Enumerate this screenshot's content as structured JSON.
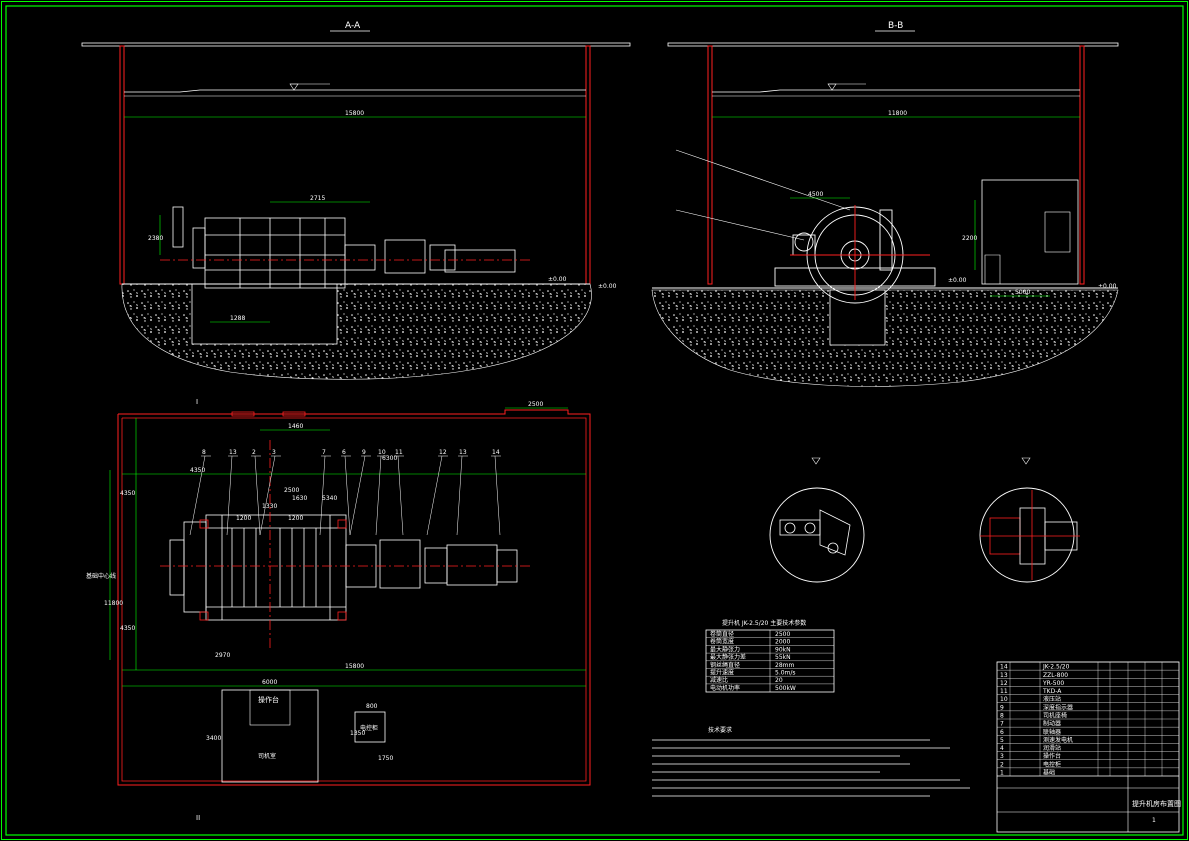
{
  "drawing": {
    "section_aa_label": "A-A",
    "section_bb_label": "B-B",
    "view_i_label": "I",
    "view_ii_label": "II",
    "title_block_name": "提升机房布置图",
    "sheet_number": "1",
    "notes_heading": "技术要求"
  },
  "dimensions": {
    "aa_span": "15800",
    "aa_drum_width": "2715",
    "aa_height": "2380",
    "aa_bottom": "1288",
    "aa_floor": "±0.00",
    "bb_span": "11800",
    "bb_mid": "4500",
    "bb_right": "2200",
    "bb_bottom": "5000",
    "bb_floor": "±0.00",
    "plan_top": "1460",
    "plan_right_top": "2500",
    "plan_w1": "4350",
    "plan_w2": "6300",
    "plan_d1": "2500",
    "plan_d2": "1630",
    "plan_d3": "1330",
    "plan_d4": "1200",
    "plan_d5": "1200",
    "plan_d6": "5340",
    "plan_left_v1": "4350",
    "plan_left_v2": "11800",
    "plan_left_v3": "4350",
    "plan_bottom": "2970",
    "plan_total": "15800",
    "plan_room": "6000",
    "plan_room_h": "3400",
    "plan_box": "800",
    "plan_box_h": "1350",
    "plan_box_v": "1750"
  },
  "plan_labels": {
    "control_room": "操作台",
    "control_room_sub": "司机室",
    "box_label": "电控柜",
    "left_marker": "基础中心线"
  },
  "balloons": [
    "8",
    "13",
    "2",
    "3",
    "7",
    "6",
    "9",
    "10",
    "11",
    "12",
    "13",
    "14"
  ],
  "table": {
    "title": "提升机 JK-2.5/20 主要技术参数",
    "rows": [
      [
        "卷筒直径",
        "2500"
      ],
      [
        "卷筒宽度",
        "2000"
      ],
      [
        "最大静张力",
        "90kN"
      ],
      [
        "最大静张力差",
        "55kN"
      ],
      [
        "钢丝绳直径",
        "28mm"
      ],
      [
        "提升速度",
        "5.0m/s"
      ],
      [
        "减速比",
        "20"
      ],
      [
        "电动机功率",
        "500kW"
      ]
    ]
  },
  "parts_list": [
    "JK-2.5/20",
    "ZZL-800",
    "YR-500",
    "TKD-A",
    "液压站",
    "深度指示器",
    "司机座椅",
    "制动器",
    "联轴器",
    "测速发电机",
    "润滑站",
    "操作台",
    "电控柜",
    "基础"
  ],
  "colors": {
    "background": "#000000",
    "frame": "#00ff00",
    "dimension": "#00ff00",
    "wall": "#ff2020",
    "machine": "#ffffff",
    "text": "#ffffff",
    "accent": "#ffff00"
  }
}
